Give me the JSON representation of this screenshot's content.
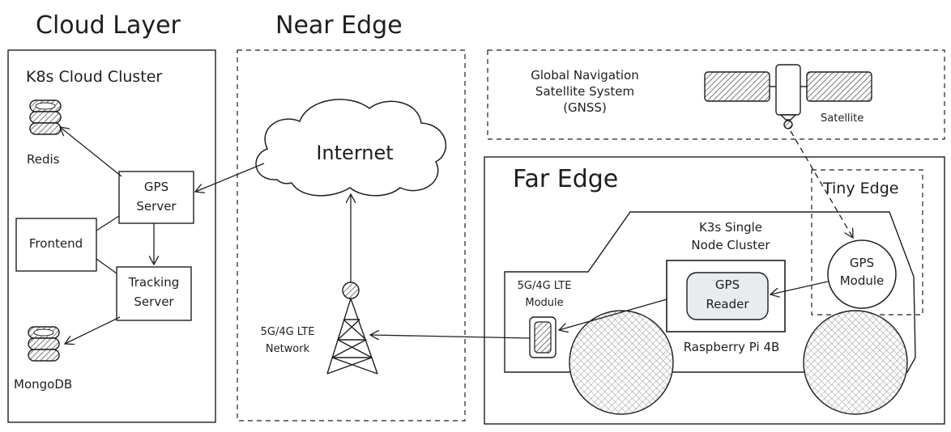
{
  "titles": {
    "cloud_layer": "Cloud Layer",
    "near_edge": "Near Edge",
    "far_edge": "Far Edge",
    "tiny_edge": "Tiny Edge"
  },
  "cloud": {
    "cluster_label": "K8s Cloud Cluster",
    "redis": "Redis",
    "mongodb": "MongoDB",
    "gps_server_line1": "GPS",
    "gps_server_line2": "Server",
    "frontend": "Frontend",
    "tracking_line1": "Tracking",
    "tracking_line2": "Server"
  },
  "near": {
    "internet": "Internet",
    "network_line1": "5G/4G LTE",
    "network_line2": "Network"
  },
  "gnss": {
    "line1": "Global Navigation",
    "line2": "Satellite System",
    "line3": "(GNSS)",
    "satellite": "Satellite"
  },
  "far": {
    "k3s_line1": "K3s Single",
    "k3s_line2": "Node Cluster",
    "gps_reader_line1": "GPS",
    "gps_reader_line2": "Reader",
    "raspberry": "Raspberry Pi 4B",
    "lte_module_line1": "5G/4G LTE",
    "lte_module_line2": "Module",
    "gps_module_line1": "GPS",
    "gps_module_line2": "Module"
  },
  "colors": {
    "stroke": "#1e1e1e",
    "hatch": "#555555",
    "fill_light": "#e9ecef"
  }
}
